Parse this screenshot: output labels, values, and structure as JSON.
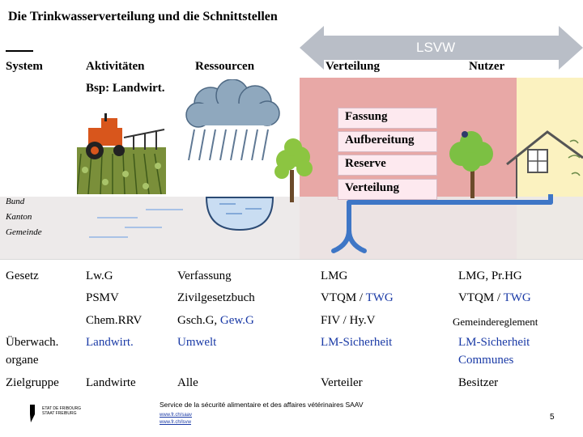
{
  "title": "Die Trinkwasserverteilung und die Schnittstellen",
  "lsvw_label": "LSVW",
  "columns": {
    "system": "System",
    "aktivitaeten": "Aktivitäten",
    "ressourcen": "Ressourcen",
    "verteilung": "Verteilung",
    "nutzer": "Nutzer"
  },
  "example": "Bsp: Landwirt.",
  "stages": [
    "Fassung",
    "Aufbereitung",
    "Reserve",
    "Verteilung"
  ],
  "authorities": [
    "Bund",
    "Kanton",
    "Gemeinde"
  ],
  "table": {
    "gesetz_label": "Gesetz",
    "gesetz": {
      "aktivitaeten": [
        "Lw.G",
        "PSMV",
        "Chem.RRV"
      ],
      "ressourcen": [
        "Verfassung",
        "Zivilgesetzbuch",
        "Gsch.G,",
        "Gew.G"
      ],
      "verteilung": [
        "LMG",
        "VTQM /",
        "TWG",
        "FIV / Hy.V"
      ],
      "nutzer": [
        "LMG, Pr.HG",
        "VTQM /",
        "TWG",
        "Gemeindereglement"
      ]
    },
    "ueberwach_label": [
      "Überwach.",
      "organe"
    ],
    "ueberwach": {
      "aktivitaeten": "Landwirt.",
      "ressourcen": "Umwelt",
      "verteilung": "LM-Sicherheit",
      "nutzer": [
        "LM-Sicherheit",
        "Communes"
      ]
    },
    "zielgruppe_label": "Zielgruppe",
    "zielgruppe": {
      "aktivitaeten": "Landwirte",
      "ressourcen": "Alle",
      "verteilung": "Verteiler",
      "nutzer": "Besitzer"
    }
  },
  "footer": {
    "org_line1": "ETAT DE FRIBOURG",
    "org_line2": "STAAT FREIBURG",
    "service": "Service de la sécurité alimentaire et des affaires vétérinaires SAAV",
    "link1": "www.fr.ch/saav",
    "link2": "www.fr.ch/lsvw",
    "page": "5"
  },
  "colors": {
    "verteilung_bg": "#e8a8a6",
    "nutzer_bg": "#fbf2c0",
    "ground": "#efeceb",
    "water_pipe": "#3e76c6",
    "arrow": "#b9bec7",
    "blue_text": "#1a3aa6"
  }
}
